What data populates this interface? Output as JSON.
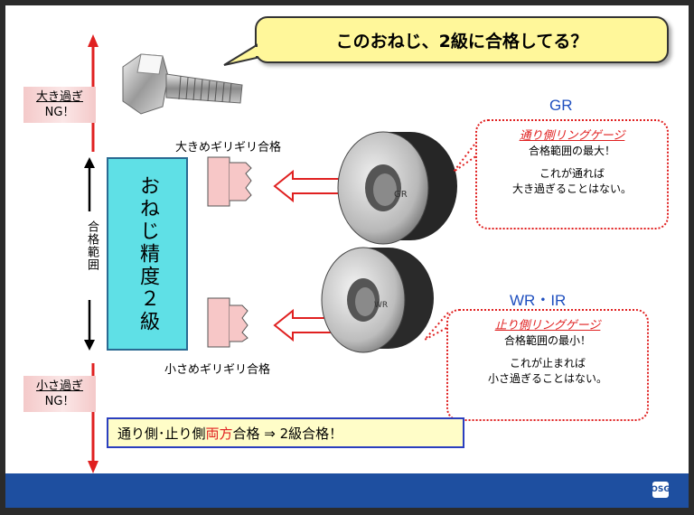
{
  "title": "このおねじ、2級に合格してる？",
  "labels": {
    "too_big_line1": "大き過ぎ",
    "too_big_line2": "NG！",
    "too_small_line1": "小さ過ぎ",
    "too_small_line2": "NG！",
    "range": "合格範囲",
    "accuracy": "おねじ精度２級",
    "upper_caption": "大きめギリギリ合格",
    "lower_caption": "小さめギリギリ合格"
  },
  "gauges": {
    "go": {
      "code": "GR",
      "name": "通り側リングゲージ",
      "line1": "合格範囲の最大！",
      "line2": "これが通れば",
      "line3": "大き過ぎることはない。"
    },
    "nogo": {
      "code": "WR・IR",
      "name": "止り側リングゲージ",
      "line1": "合格範囲の最小！",
      "line2": "これが止まれば",
      "line3": "小さ過ぎることはない。"
    }
  },
  "conclusion": {
    "part1": "通り側･止り側 ",
    "highlight": "両方",
    "part2": "合格 ⇒ 2級合格！"
  },
  "colors": {
    "title_bg": "#fff79a",
    "accuracy_bg": "#5fe0e6",
    "ng_bg": "#f4c9c9",
    "red": "#e02020",
    "blue_text": "#1f4fbf",
    "footer": "#1e4fa0"
  },
  "footer_logo": "OSG"
}
